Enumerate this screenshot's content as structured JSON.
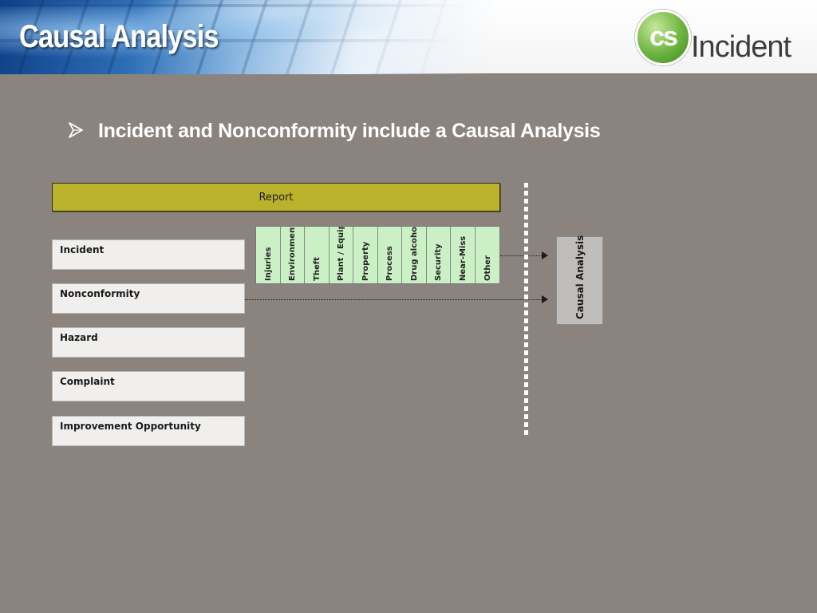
{
  "header": {
    "title": "Causal Analysis",
    "logo": {
      "initials": "cs",
      "word": "Incident",
      "accent_color": "#6db33f"
    }
  },
  "bullet": {
    "icon": "arrowhead-bullet-icon",
    "text": "Incident and Nonconformity include a Causal Analysis"
  },
  "diagram": {
    "report_label": "Report",
    "categories": [
      "Injuries",
      "Environment",
      "Theft",
      "Plant / Equip.",
      "Property",
      "Process",
      "Drug alcohol",
      "Security",
      "Near-Miss",
      "Other"
    ],
    "record_types": [
      "Incident",
      "Nonconformity",
      "Hazard",
      "Complaint",
      "Improvement Opportunity"
    ],
    "target_label": "Causal Analysis",
    "colors": {
      "report": "#bab22b",
      "category": "#ccf0c6",
      "record": "#f0efee",
      "target": "#c0bebd",
      "background": "#8a837e"
    }
  }
}
